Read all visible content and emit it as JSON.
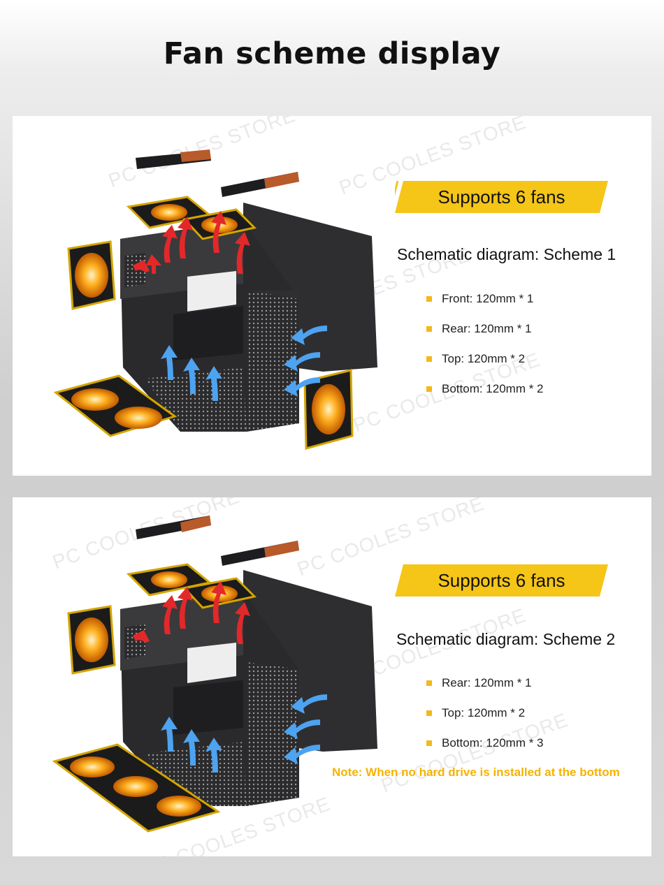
{
  "page": {
    "title": "Fan scheme display",
    "watermark": "PC COOLES STORE"
  },
  "colors": {
    "accent": "#f5c518",
    "note": "#f5b300",
    "case": "#2a2a2d",
    "airflow_in": "#4da3f0",
    "airflow_out": "#e3282a",
    "fan_glow": "#ffb020"
  },
  "schemes": [
    {
      "banner": "Supports 6 fans",
      "title": "Schematic diagram: Scheme 1",
      "specs": [
        "Front: 120mm * 1",
        "Rear: 120mm * 1",
        "Top: 120mm * 2",
        "Bottom: 120mm * 2"
      ],
      "note": ""
    },
    {
      "banner": "Supports 6 fans",
      "title": "Schematic diagram: Scheme 2",
      "specs": [
        "Rear: 120mm * 1",
        "Top: 120mm * 2",
        "Bottom: 120mm * 3"
      ],
      "note": "Note: When no hard drive is installed at the bottom"
    }
  ]
}
